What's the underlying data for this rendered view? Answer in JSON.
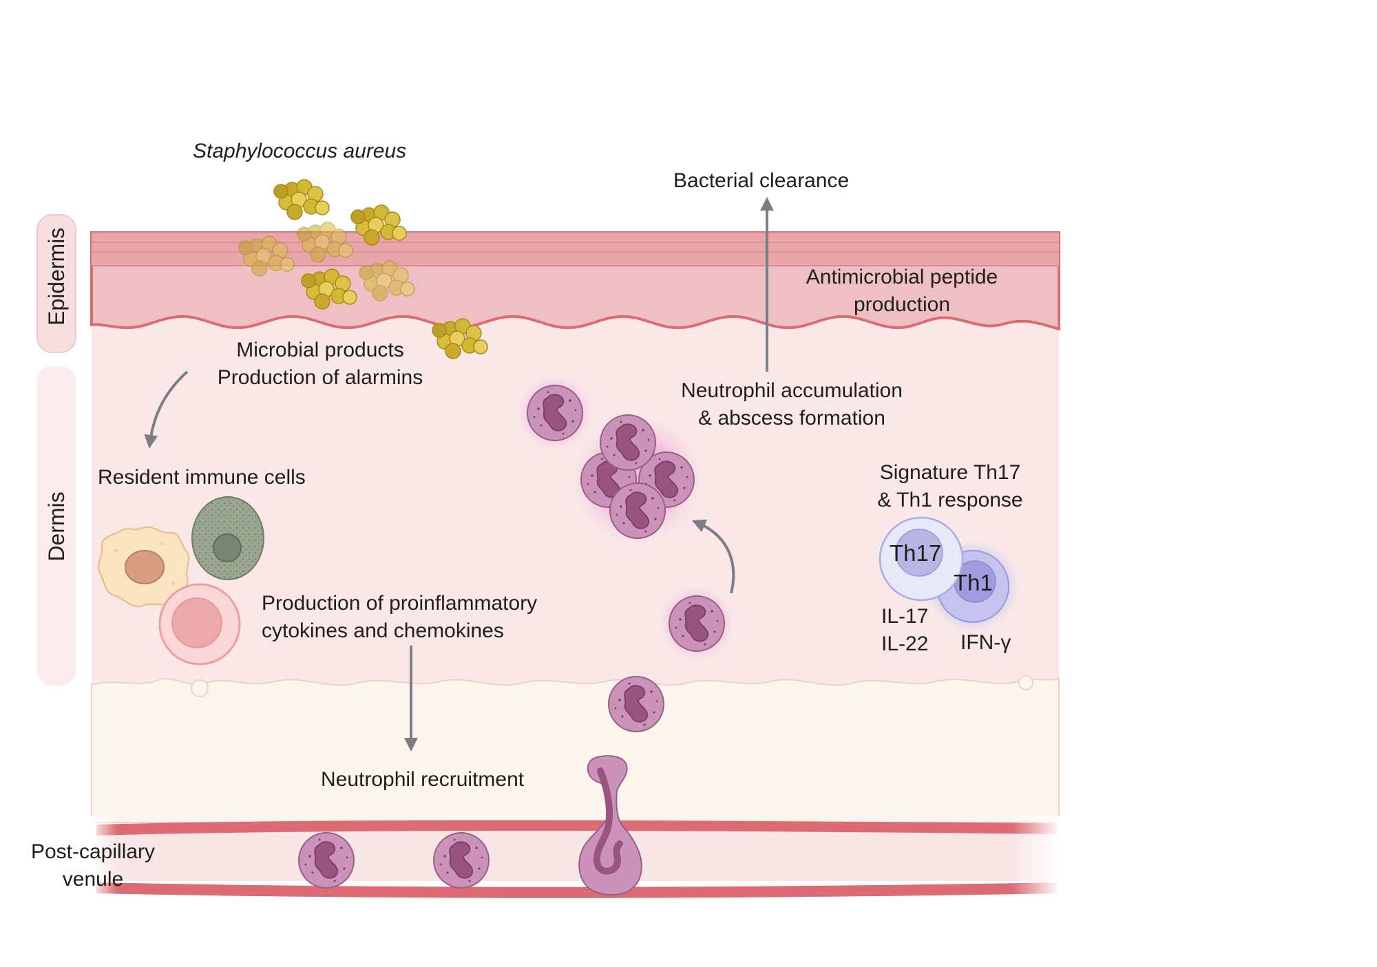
{
  "layers": {
    "epidermis": "Epidermis",
    "dermis": "Dermis",
    "venule": "Post-capillary venule"
  },
  "labels": {
    "bacteria": "Staphylococcus aureus",
    "bacterial_clearance": "Bacterial clearance",
    "amp": "Antimicrobial peptide production",
    "microbial": "Microbial products",
    "alarmins": "Production of alarmins",
    "resident": "Resident immune cells",
    "accum_1": "Neutrophil accumulation",
    "accum_2": "& abscess formation",
    "signature_1": "Signature Th17",
    "signature_2": "& Th1 response",
    "cyto_1": "Production of proinflammatory",
    "cyto_2": "cytokines and  chemokines",
    "recruit": "Neutrophil recruitment"
  },
  "cells": {
    "th17": "Th17",
    "th1": "Th1",
    "il17": "IL-17",
    "il22": "IL-22",
    "ifng": "IFN-γ"
  },
  "colors": {
    "epidermis": "#efc0c3",
    "epidermis_top": "#e8a6ab",
    "dermis": "#f9e8e7",
    "hypodermis": "#fdf6ef",
    "vessel_wall": "#dd6b73",
    "neutrophil": "#c88fb6",
    "neutrophil_nucleus": "#9a557f",
    "bacteria": "#d8bc3a",
    "th17": "#e6e6f5",
    "th1": "#b8b2e6",
    "arrow": "#7b7f85"
  }
}
